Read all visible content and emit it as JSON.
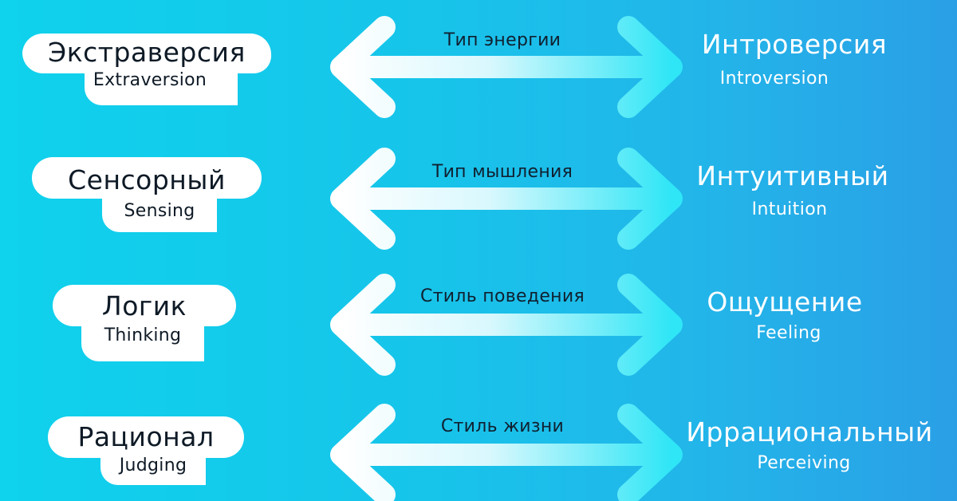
{
  "colors": {
    "background_start": "#0fd2ec",
    "background_end": "#2a9fe6",
    "pill": "#ffffff",
    "arrow_light": "#ffffff",
    "arrow_bright": "#2fe6f6",
    "dark_text": "#0e1a26",
    "light_text": "#ffffff"
  },
  "rows": [
    {
      "left": {
        "ru": "Экстраверсия",
        "en": "Extraversion"
      },
      "axis": "Тип энергии",
      "right": {
        "ru": "Интроверсия",
        "en": "Introversion"
      }
    },
    {
      "left": {
        "ru": "Сенсорный",
        "en": "Sensing"
      },
      "axis": "Тип мышления",
      "right": {
        "ru": "Интуитивный",
        "en": "Intuition"
      }
    },
    {
      "left": {
        "ru": "Логик",
        "en": "Thinking"
      },
      "axis": "Стиль поведения",
      "right": {
        "ru": "Ощущение",
        "en": "Feeling"
      }
    },
    {
      "left": {
        "ru": "Рационал",
        "en": "Judging"
      },
      "axis": "Стиль жизни",
      "right": {
        "ru": "Иррациональный",
        "en": "Perceiving"
      }
    }
  ]
}
